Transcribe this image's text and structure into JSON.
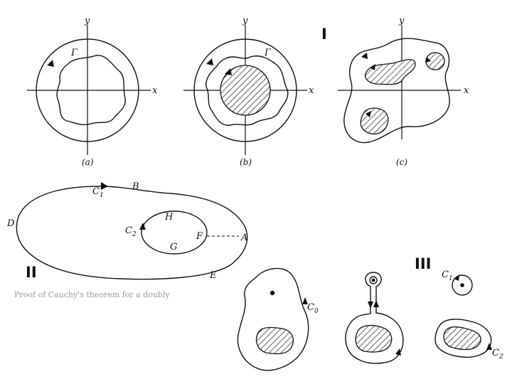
{
  "panel_I": {
    "roman": "I",
    "axes": {
      "x": "x",
      "y": "y"
    },
    "curve_label": "Γ",
    "captions": [
      "(a)",
      "(b)",
      "(c)"
    ]
  },
  "panel_II": {
    "roman": "II",
    "labels": {
      "C1": "C",
      "C1_sub": "1",
      "C2": "C",
      "C2_sub": "2",
      "B": "B",
      "D": "D",
      "E": "E",
      "A": "A",
      "F": "F",
      "G": "G",
      "H": "H"
    },
    "caption_fragment": "Proof of Cauchy's theorem for a doubly"
  },
  "panel_III": {
    "roman": "III",
    "labels": {
      "C0": "C",
      "C0_sub": "0",
      "C1": "C",
      "C1_sub": "1",
      "C2": "C",
      "C2_sub": "2"
    }
  }
}
